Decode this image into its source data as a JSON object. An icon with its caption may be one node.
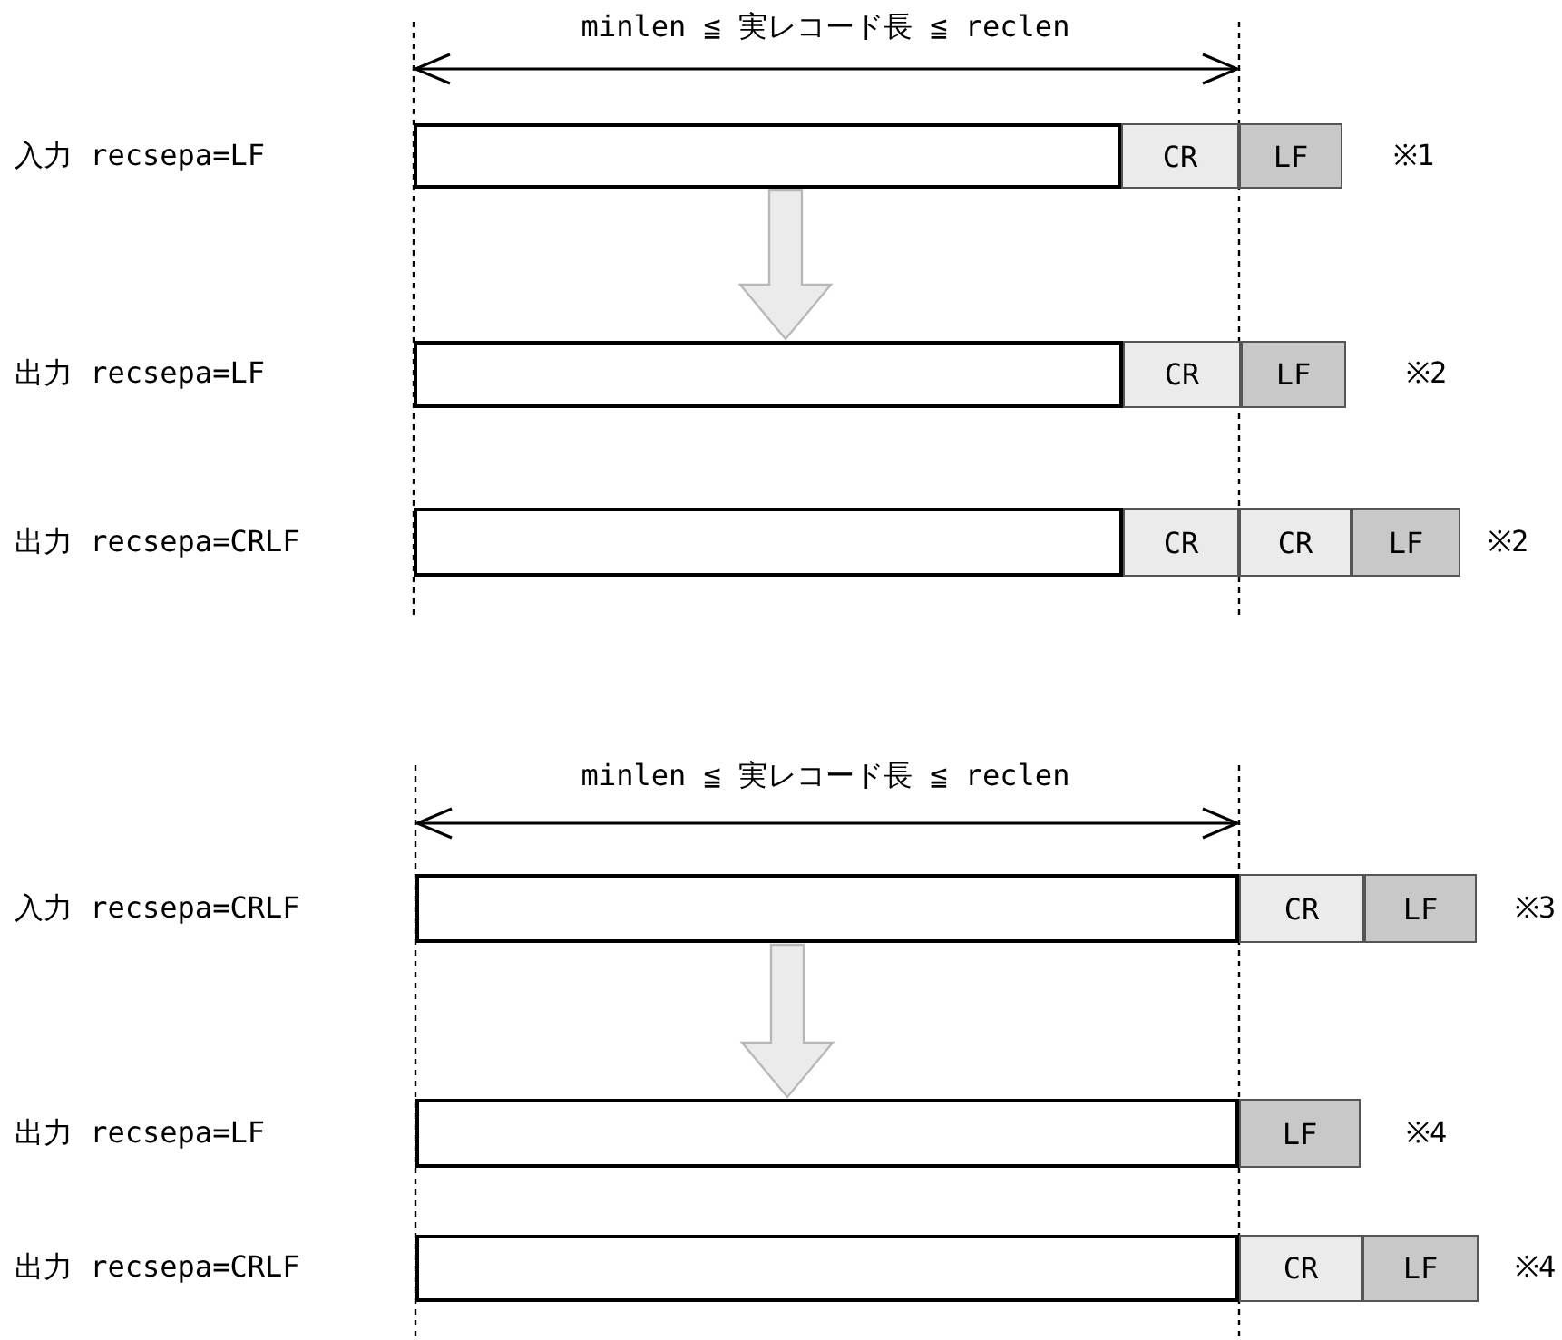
{
  "diagram": {
    "nodes": [
      {
        "text": [],
        "shape": "box"
      },
      {
        "text": [
          "CR"
        ]
      },
      {
        "text": [
          "LF"
        ]
      },
      {
        "text": [],
        "shape": "box"
      },
      {
        "text": [
          "CR"
        ]
      },
      {
        "text": [
          "LF"
        ]
      },
      {
        "text": [],
        "shape": "box"
      },
      {
        "text": [
          "CR"
        ]
      },
      {
        "text": [
          "CR"
        ]
      },
      {
        "text": [
          "LF"
        ]
      },
      {
        "text": [],
        "shape": "box"
      },
      {
        "text": [
          "CR"
        ]
      },
      {
        "text": [
          "LF"
        ]
      },
      {
        "text": [],
        "shape": "box"
      },
      {
        "text": [
          "LF"
        ]
      },
      {
        "text": [],
        "shape": "box"
      },
      {
        "text": [
          "CR"
        ]
      },
      {
        "text": [
          "LF"
        ]
      }
    ],
    "edges": [
      {
        "from": 0,
        "to": 3,
        "arrow": "to"
      },
      {
        "from": 10,
        "to": 13,
        "arrow": "to"
      }
    ],
    "labels": [
      "minlen ≦ 実レコード長 ≦ reclen",
      "入力 recsepa=LF",
      "※1",
      "出力 recsepa=LF",
      "※2",
      "出力 recsepa=CRLF",
      "※2",
      "minlen ≦ 実レコード長 ≦ reclen",
      "入力 recsepa=CRLF",
      "※3",
      "出力 recsepa=LF",
      "※4",
      "出力 recsepa=CRLF",
      "※4"
    ]
  }
}
